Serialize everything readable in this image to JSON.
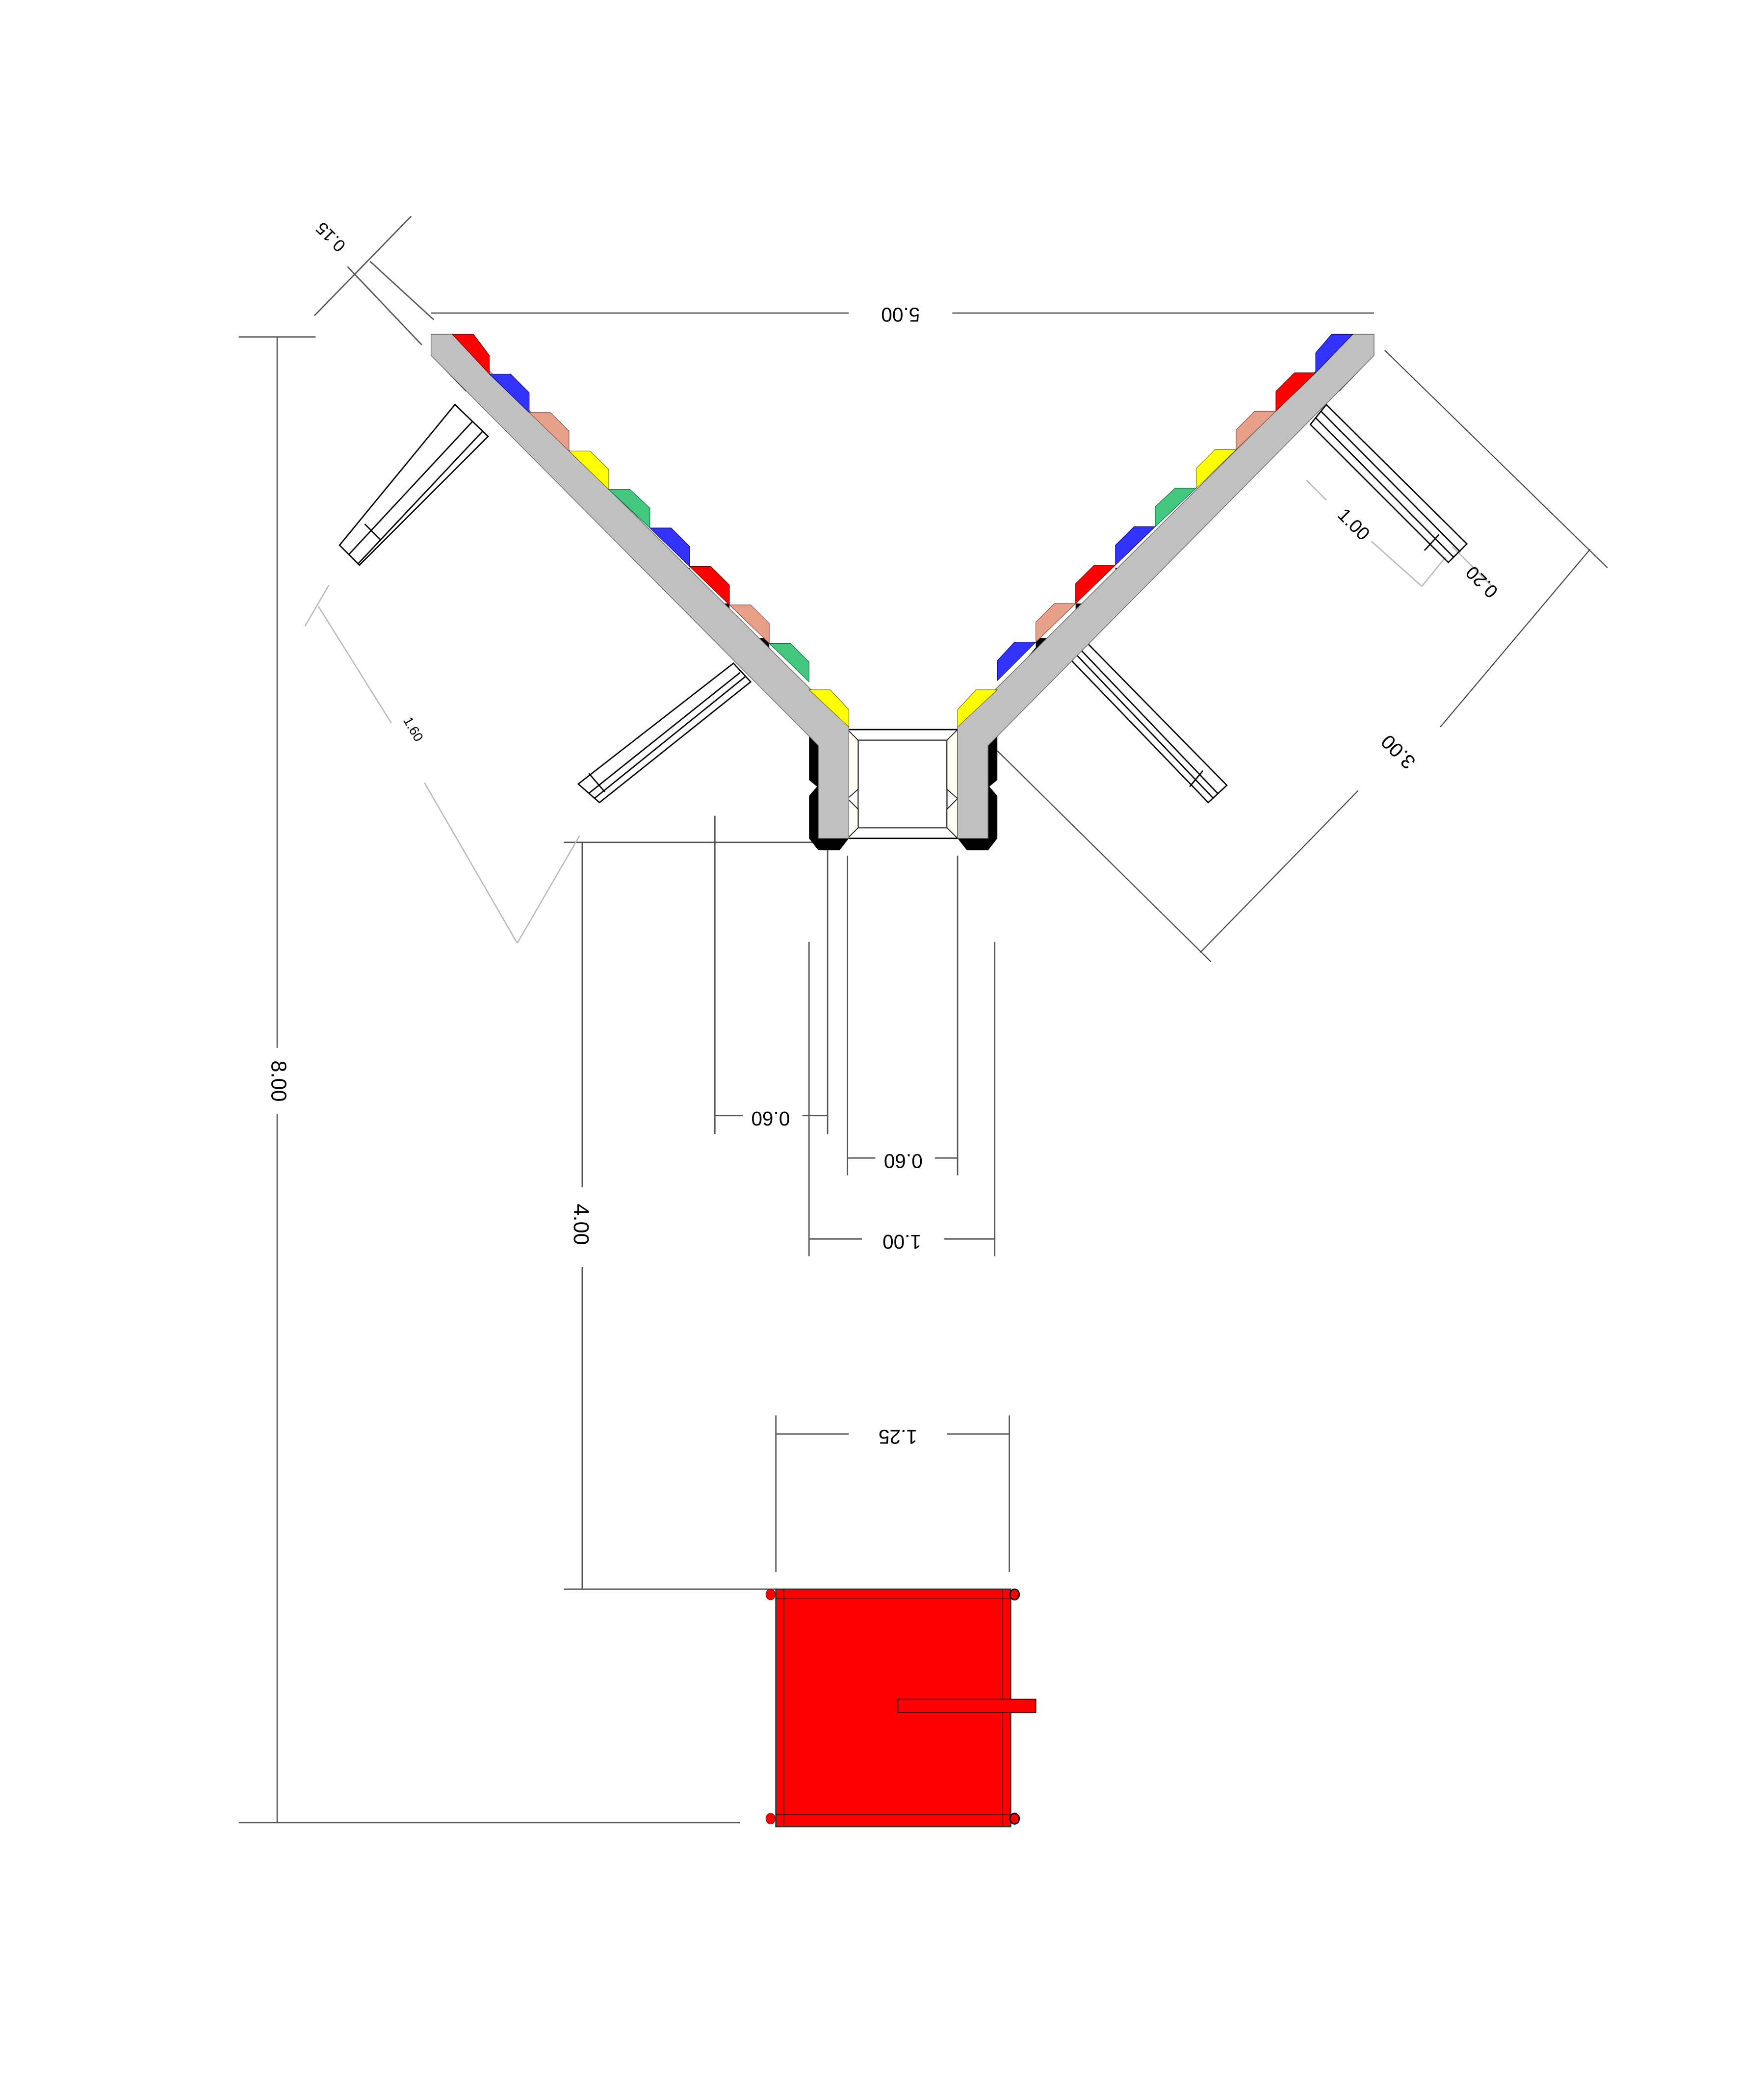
{
  "drawing": {
    "type": "technical-dimension-drawing",
    "description": "Y-shaped double-arm chute/rack plan with colored tabs, supports, central block and red base box",
    "colors": {
      "arm_fill": "#c0c0c0",
      "arm_shadow": "#000000",
      "tab_red": "#ff0000",
      "tab_blue": "#3333ff",
      "tab_salmon": "#e9a089",
      "tab_yellow": "#ffff00",
      "tab_green": "#44c77f",
      "base_box": "#ff0000",
      "center_block_fill": "#fffff4",
      "background": "#ffffff"
    },
    "left_arm_tabs": [
      "red",
      "blue",
      "salmon",
      "yellow",
      "green",
      "blue",
      "red",
      "salmon",
      "green",
      "yellow"
    ],
    "right_arm_tabs": [
      "blue",
      "red",
      "salmon",
      "yellow",
      "green",
      "blue",
      "red",
      "salmon",
      "blue",
      "yellow"
    ]
  },
  "dimensions": {
    "top_width": "5.00",
    "arm_thickness": "0.15",
    "overall_height": "8.00",
    "arm_length": "3.00",
    "support_length": "1.00",
    "support_width": "0.20",
    "support_spacing": "1.60",
    "offset_height": "4.00",
    "left_offset": "0.60",
    "center_gap": "0.60",
    "center_width": "1.00",
    "base_width": "1.25"
  }
}
